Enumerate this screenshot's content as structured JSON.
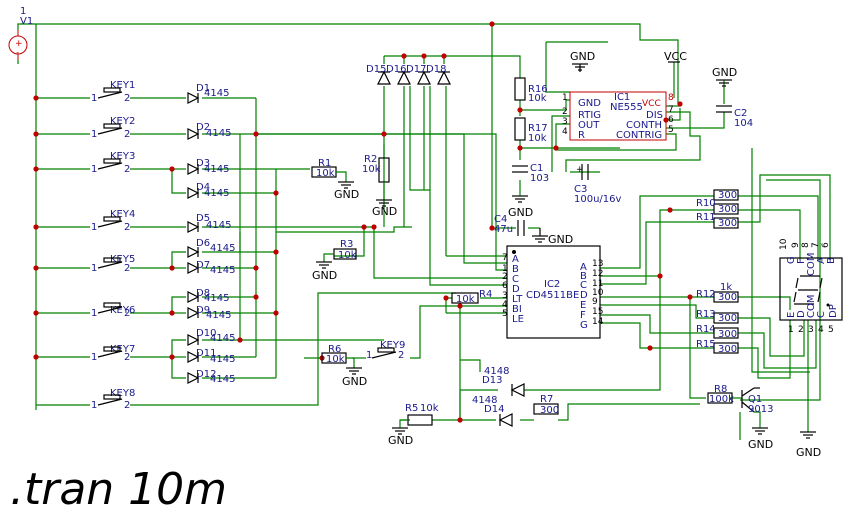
{
  "source": {
    "num": "1",
    "name": "V1",
    "plus": "+",
    "minus": "-"
  },
  "keys": [
    {
      "name": "KEY1",
      "p1": "1",
      "p2": "2"
    },
    {
      "name": "KEY2",
      "p1": "1",
      "p2": "2"
    },
    {
      "name": "KEY3",
      "p1": "1",
      "p2": "2"
    },
    {
      "name": "KEY4",
      "p1": "1",
      "p2": "2"
    },
    {
      "name": "KEY5",
      "p1": "1",
      "p2": "2"
    },
    {
      "name": "KEY6",
      "p1": "1",
      "p2": "2"
    },
    {
      "name": "KEY7",
      "p1": "1",
      "p2": "2"
    },
    {
      "name": "KEY8",
      "p1": "1",
      "p2": "2"
    },
    {
      "name": "KEY9",
      "p1": "1",
      "p2": "2"
    }
  ],
  "diodes": [
    {
      "name": "D1",
      "value": "4145"
    },
    {
      "name": "D2",
      "value": "4145"
    },
    {
      "name": "D3",
      "value": "4145"
    },
    {
      "name": "D4",
      "value": "4145"
    },
    {
      "name": "D5",
      "value": "4145"
    },
    {
      "name": "D6",
      "value": "4145"
    },
    {
      "name": "D7",
      "value": "4145"
    },
    {
      "name": "D8",
      "value": "4145"
    },
    {
      "name": "D9",
      "value": "4145"
    },
    {
      "name": "D10",
      "value": "4145"
    },
    {
      "name": "D11",
      "value": "4145"
    },
    {
      "name": "D12",
      "value": "4145"
    }
  ],
  "top_diodes": [
    "D15",
    "D16",
    "D17",
    "D18"
  ],
  "d13": {
    "name": "D13",
    "value": "4148"
  },
  "d14": {
    "name": "D14",
    "value": "4148"
  },
  "resistors": {
    "r1": {
      "name": "R1",
      "value": "10k"
    },
    "r2": {
      "name": "R2",
      "value": "10k"
    },
    "r3": {
      "name": "R3",
      "value": "10k"
    },
    "r4": {
      "name": "R4",
      "value": "10k"
    },
    "r5": {
      "name": "R5",
      "value": "10k"
    },
    "r6": {
      "name": "R6",
      "value": "10k"
    },
    "r7": {
      "name": "R7",
      "value": "300"
    },
    "r8": {
      "name": "R8",
      "value": "100k"
    },
    "r16": {
      "name": "R16",
      "value": "10k"
    },
    "r17": {
      "name": "R17",
      "value": "10k"
    },
    "r9": {
      "value": "300"
    },
    "r10": {
      "name": "R10",
      "value": "300"
    },
    "r11": {
      "name": "R11",
      "value": "300"
    },
    "r12": {
      "name": "R12",
      "value": "300",
      "extra": "1k"
    },
    "r13": {
      "name": "R13",
      "value": "300"
    },
    "r14": {
      "name": "R14",
      "value": "300"
    },
    "r15": {
      "name": "R15",
      "value": "300"
    }
  },
  "caps": {
    "c1": {
      "name": "C1",
      "value": "103"
    },
    "c2": {
      "name": "C2",
      "value": "104"
    },
    "c3": {
      "name": "C3",
      "value": "100u/16v"
    },
    "c4": {
      "name": "C4",
      "value": "47u"
    }
  },
  "ic1": {
    "name": "IC1",
    "part": "NE555",
    "left": [
      {
        "n": "1",
        "s": "GND"
      },
      {
        "n": "2",
        "s": "RTIG"
      },
      {
        "n": "3",
        "s": "OUT"
      },
      {
        "n": "4",
        "s": "R"
      }
    ],
    "right": [
      {
        "n": "8",
        "s": "VCC"
      },
      {
        "n": "7",
        "s": "DIS"
      },
      {
        "n": "6",
        "s": "CONTH"
      },
      {
        "n": "5",
        "s": "CONTRIG"
      }
    ]
  },
  "ic2": {
    "name": "IC2",
    "part": "CD4511BE",
    "left": [
      {
        "n": "7",
        "s": "A"
      },
      {
        "n": "1",
        "s": "B"
      },
      {
        "n": "2",
        "s": "C"
      },
      {
        "n": "6",
        "s": "D"
      },
      {
        "n": "3",
        "s": "LT"
      },
      {
        "n": "4",
        "s": "BI"
      },
      {
        "n": "5",
        "s": "LE"
      }
    ],
    "right": [
      {
        "n": "13",
        "s": "A"
      },
      {
        "n": "12",
        "s": "B"
      },
      {
        "n": "11",
        "s": "C"
      },
      {
        "n": "10",
        "s": "D"
      },
      {
        "n": "9",
        "s": "E"
      },
      {
        "n": "15",
        "s": "F"
      },
      {
        "n": "14",
        "s": "G"
      }
    ]
  },
  "q1": {
    "name": "Q1",
    "part": "9013"
  },
  "display": {
    "top_pins": [
      "10",
      "9",
      "8",
      "7",
      "6"
    ],
    "top_sigs": [
      "G",
      "F",
      "COM",
      "A",
      "B"
    ],
    "bot_pins": [
      "1",
      "2",
      "3",
      "4",
      "5"
    ],
    "bot_sigs": [
      "E",
      "D",
      "COM",
      "C",
      "DP"
    ]
  },
  "nets": {
    "gnd": "GND",
    "vcc": "VCC"
  },
  "directive": ".tran 10m"
}
